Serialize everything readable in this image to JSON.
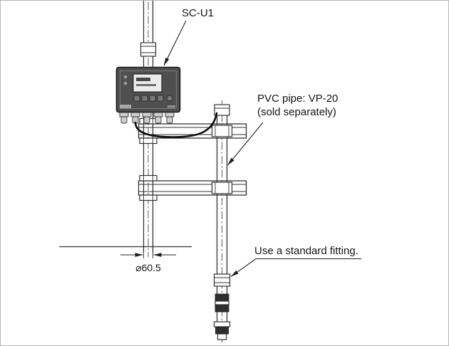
{
  "labels": {
    "device": "SC-U1",
    "pipe_line1": "PVC pipe: VP-20",
    "pipe_line2": "(sold separately)",
    "fitting": "Use a standard fitting.",
    "diameter": "⌀60.5"
  },
  "colors": {
    "line": "#333333",
    "label_text": "#141414",
    "device_body": "#4f4f4f",
    "cable": "#0d0d0d",
    "fitting_dark": "#2e2e2e",
    "background": "#ffffff"
  }
}
